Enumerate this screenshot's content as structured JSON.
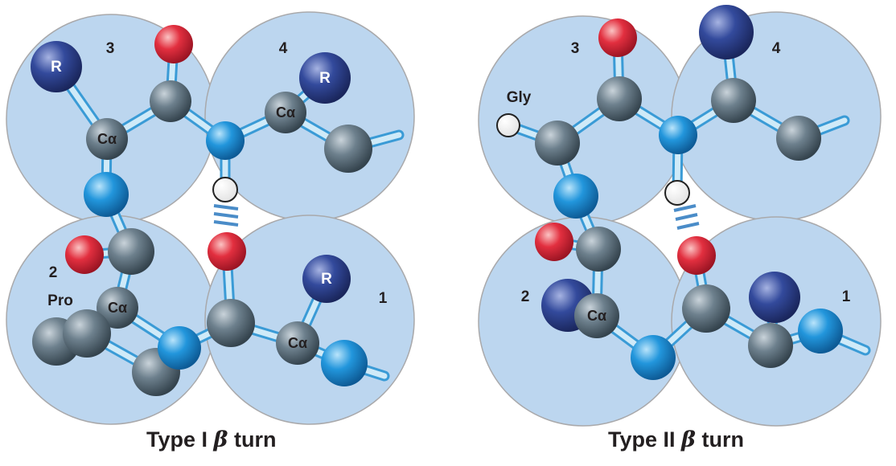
{
  "colors": {
    "residue_sphere": "#bcd6ef",
    "residue_sphere_edge": "#a9a9ab",
    "carbon": "#5e7280",
    "nitrogen": "#1b8fd8",
    "oxygen": "#e02a3c",
    "r_group": "#2b3f8e",
    "hydrogen": "#ffffff",
    "bond": "#cfeaf8",
    "bond_edge": "#3a9bd6",
    "hydrogen_bond": "#4a8cc8",
    "text": "#231f20"
  },
  "diagrams": [
    {
      "id": "type1",
      "caption_prefix": "Type I ",
      "caption_beta": "β",
      "caption_suffix": " turn",
      "residue_numbers": [
        "3",
        "4",
        "2",
        "1"
      ],
      "residue_names": [
        "Pro"
      ],
      "atom_labels": {
        "calpha": "Cα",
        "r": "R"
      }
    },
    {
      "id": "type2",
      "caption_prefix": "Type II ",
      "caption_beta": "β",
      "caption_suffix": " turn",
      "residue_numbers": [
        "3",
        "4",
        "2",
        "1"
      ],
      "residue_names": [
        "Gly"
      ],
      "atom_labels": {
        "calpha": "Cα"
      }
    }
  ]
}
